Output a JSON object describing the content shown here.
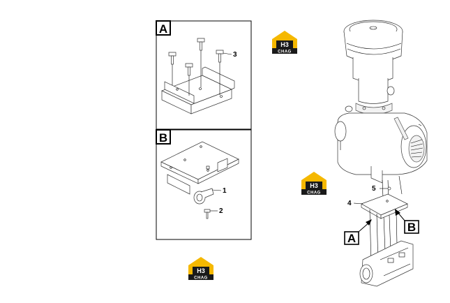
{
  "panels": {
    "a": {
      "letter": "A",
      "callouts": [
        "3"
      ]
    },
    "b": {
      "letter": "B",
      "callouts": [
        "1",
        "2"
      ]
    }
  },
  "main_view": {
    "callouts": [
      "4",
      "5"
    ],
    "section_labels": [
      "A",
      "B"
    ]
  },
  "logos": [
    {
      "mark": "H3",
      "text": "CHAG"
    },
    {
      "mark": "H3",
      "text": "CHAG"
    },
    {
      "mark": "H3",
      "text": "CHAG"
    }
  ],
  "colors": {
    "logo_yellow": "#f5b800",
    "logo_dark": "#1a1a1a",
    "line": "#000000"
  }
}
